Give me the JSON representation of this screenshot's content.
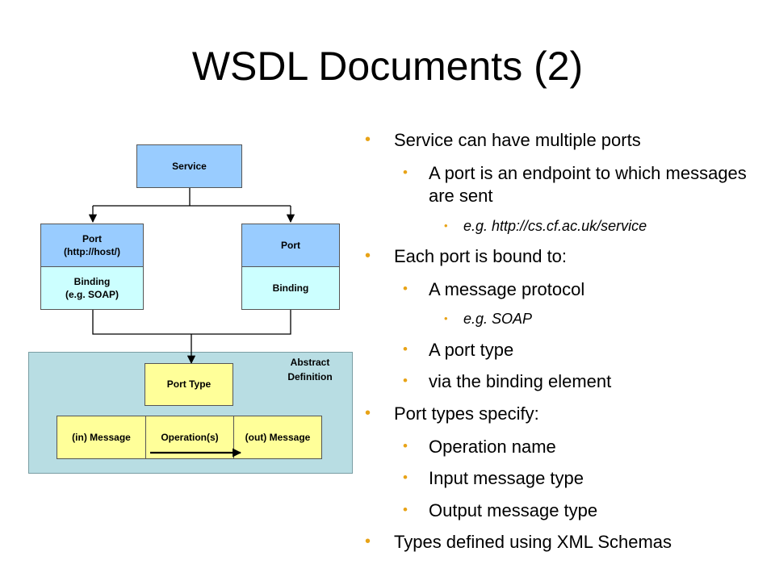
{
  "slide": {
    "title": "WSDL Documents (2)"
  },
  "diagram": {
    "service": "Service",
    "port1": {
      "line1": "Port",
      "line2": "(http://host/)"
    },
    "binding1": {
      "line1": "Binding",
      "line2": "(e.g. SOAP)"
    },
    "port2": "Port",
    "binding2": "Binding",
    "abstract_label": {
      "line1": "Abstract",
      "line2": "Definition"
    },
    "port_type": "Port Type",
    "in_message": "(in) Message",
    "operation": "Operation(s)",
    "out_message": "(out) Message",
    "colors": {
      "port": "#99ccff",
      "binding": "#ccffff",
      "abstract": "#b8dde3",
      "message": "#ffff99",
      "bullet": "#e8a317"
    }
  },
  "bullets": [
    {
      "level": 1,
      "text": "Service can have multiple ports"
    },
    {
      "level": 2,
      "text": "A port is an endpoint to which messages are sent"
    },
    {
      "level": 3,
      "text": "e.g. http://cs.cf.ac.uk/service"
    },
    {
      "level": 1,
      "text": "Each port is bound to:"
    },
    {
      "level": 2,
      "text": "A message protocol"
    },
    {
      "level": 3,
      "text": "e.g. SOAP"
    },
    {
      "level": 2,
      "text": "A port type"
    },
    {
      "level": 2,
      "text": "via the binding element"
    },
    {
      "level": 1,
      "text": "Port types specify:"
    },
    {
      "level": 2,
      "text": "Operation name"
    },
    {
      "level": 2,
      "text": "Input message type"
    },
    {
      "level": 2,
      "text": "Output message type"
    },
    {
      "level": 1,
      "text": "Types defined using XML Schemas"
    }
  ]
}
